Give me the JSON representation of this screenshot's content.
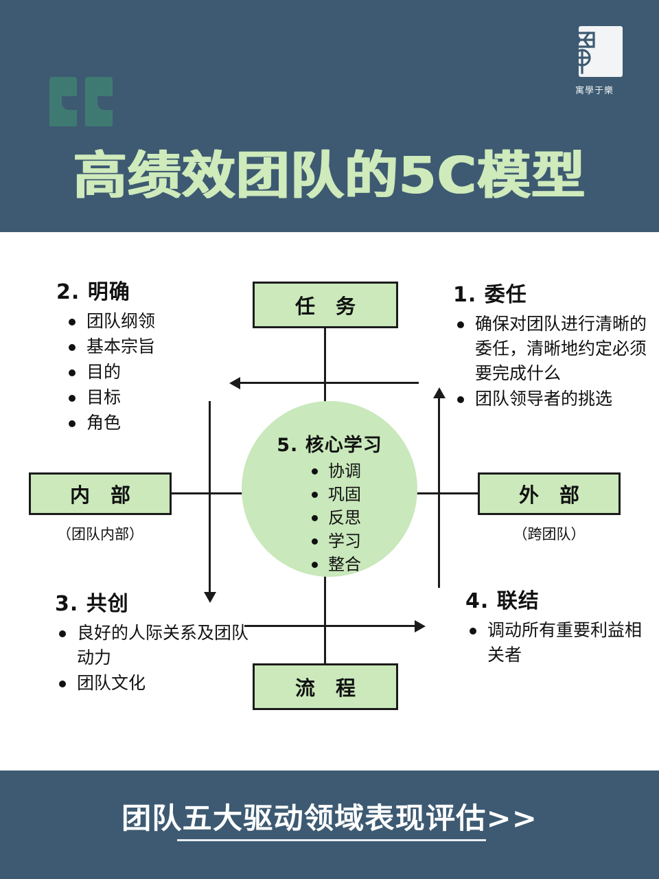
{
  "header": {
    "title": "高绩效团队的5C模型",
    "quote_icon": "quotation-mark-icon",
    "background_color": "#3d5a72",
    "title_color": "#cfeabb",
    "logo": {
      "seal_glyph": "學",
      "caption": "寓學于樂"
    }
  },
  "diagram": {
    "boxes": {
      "task": "任 务",
      "internal": "内 部",
      "internal_caption": "（团队内部）",
      "external": "外 部",
      "external_caption": "（跨团队）",
      "process": "流 程"
    },
    "core": {
      "title": "5. 核心学习",
      "items": [
        "协调",
        "巩固",
        "反思",
        "学习",
        "整合"
      ],
      "fill_color": "#c9e8bb"
    },
    "quadrants": [
      {
        "id": "commission",
        "number": "1.",
        "title": "1. 委任",
        "items": [
          "确保对团队进行清晰的委任，清晰地约定必须要完成什么",
          "团队领导者的挑选"
        ]
      },
      {
        "id": "clarify",
        "number": "2.",
        "title": "2. 明确",
        "items": [
          "团队纲领",
          "基本宗旨",
          "目的",
          "目标",
          "角色"
        ]
      },
      {
        "id": "cocreate",
        "number": "3.",
        "title": "3. 共创",
        "items": [
          "良好的人际关系及团队动力",
          "团队文化"
        ]
      },
      {
        "id": "connect",
        "number": "4.",
        "title": "4. 联结",
        "items": [
          "调动所有重要利益相关者"
        ]
      }
    ],
    "box_fill_color": "#cbe9bb",
    "line_color": "#1b1b1b"
  },
  "footer": {
    "cta": "团队五大驱动领域表现评估>>",
    "background_color": "#3d5a72"
  }
}
